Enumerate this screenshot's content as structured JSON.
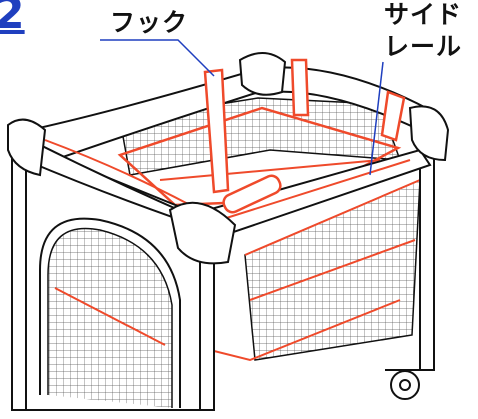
{
  "step_number": "2",
  "labels": {
    "hook": "フック",
    "side_rail_line1": "サイド",
    "side_rail_line2": "レール"
  },
  "colors": {
    "accent_blue": "#1f3fbf",
    "leader_line": "#1f3fbf",
    "highlight_red": "#ef4a2b",
    "outline": "#111111",
    "frame_fill": "#ffffff"
  }
}
